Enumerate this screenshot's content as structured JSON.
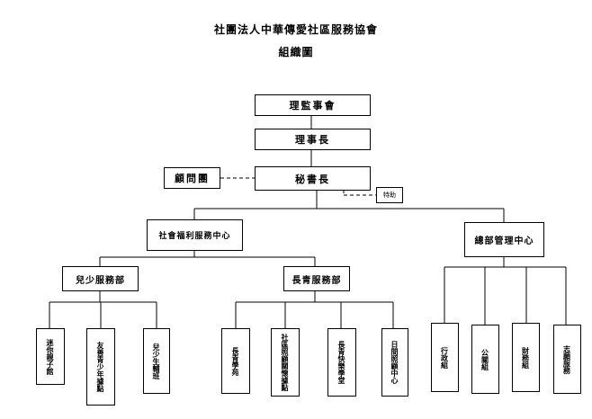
{
  "title": "社團法人中華傳愛社區服務協會",
  "subtitle": "組織圖",
  "nodes": {
    "board": "理監事會",
    "chairman": "理事長",
    "advisors": "顧問團",
    "secretary": "秘書長",
    "assistant": "特助",
    "welfare_center": "社會福利服務中心",
    "admin_center": "總部管理中心",
    "youth_dept": "兒少服務部",
    "elder_dept": "長青服務部",
    "youth_units": [
      "迷你親子館",
      "友善青少年據點",
      "兒少生輔班"
    ],
    "elder_units": [
      "長青學苑",
      "社區照顧關懷據點",
      "長青快樂學堂",
      "日間照顧中心"
    ],
    "admin_units": [
      "行政組",
      "公關組",
      "財務組",
      "志願服務"
    ]
  }
}
